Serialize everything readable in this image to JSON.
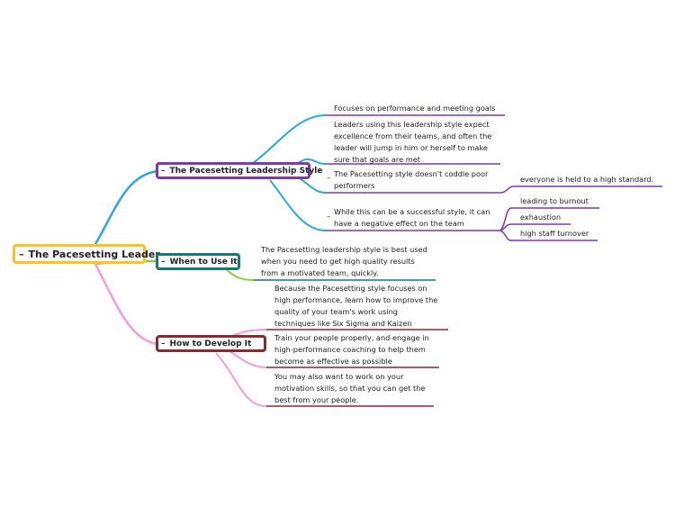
{
  "toggle_symbol": "–",
  "colors": {
    "root": "#f6c521",
    "branch1": "#7e3aa6",
    "branch2": "#17787a",
    "branch3": "#8a2a2e",
    "link1": "#29a9e0",
    "link2": "#8ccc3c",
    "link3": "#f39ce0"
  },
  "root": {
    "label": "The Pacesetting Leader"
  },
  "branches": [
    {
      "label": "The Pacesetting Leadership Style",
      "children": [
        {
          "lines": [
            "Focuses on performance and meeting goals"
          ]
        },
        {
          "lines": [
            "Leaders using this leadership style expect",
            "excellence from their teams, and often the",
            "leader will jump in him or herself to make",
            "sure that goals are met"
          ]
        },
        {
          "lines": [
            "The Pacesetting style doesn't coddle poor",
            "performers"
          ],
          "children": [
            {
              "lines": [
                "everyone is held to a high standard."
              ]
            }
          ]
        },
        {
          "lines": [
            "While this can be a successful style, it can",
            "have a negative effect on the team"
          ],
          "children": [
            {
              "lines": [
                "leading to burnout"
              ]
            },
            {
              "lines": [
                "exhaustion"
              ]
            },
            {
              "lines": [
                "high staff turnover"
              ]
            }
          ]
        }
      ]
    },
    {
      "label": "When to Use It",
      "children": [
        {
          "lines": [
            "The Pacesetting leadership style is best used",
            "when you need to get high quality results",
            "from a motivated team, quickly."
          ]
        }
      ]
    },
    {
      "label": "How to Develop It",
      "children": [
        {
          "lines": [
            "Because the Pacesetting style focuses on",
            "high performance, learn how to improve the",
            "quality of your team's work using",
            "techniques like Six Sigma and Kaizen"
          ]
        },
        {
          "lines": [
            "Train your people properly, and engage in",
            "high-performance coaching to help them",
            "become as effective as possible"
          ]
        },
        {
          "lines": [
            "You may also want to work on your",
            "motivation skills, so that you can get the",
            "best from your people."
          ]
        }
      ]
    }
  ]
}
